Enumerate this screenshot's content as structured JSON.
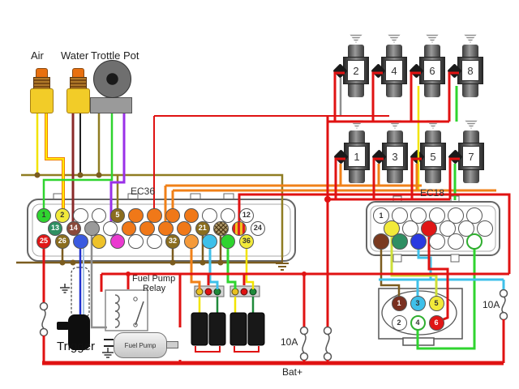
{
  "sensors": {
    "air": "Air",
    "water": "Water",
    "throttle": "Trottle Pot"
  },
  "connectors": {
    "ec36": {
      "label": "EC36",
      "rows": [
        [
          {
            "n": "1",
            "c": "#2fd42f"
          },
          {
            "n": "2",
            "c": "#f2ea3a"
          },
          {
            "c": "#ffffff"
          },
          {
            "c": "#ffffff"
          },
          {
            "n": "5",
            "c": "#8a6d1f"
          },
          {
            "c": "#f07818"
          },
          {
            "c": "#f07818"
          },
          {
            "c": "#f07818"
          },
          {
            "c": "#f07818"
          },
          {
            "c": "#ffffff"
          },
          {
            "c": "#ffffff"
          },
          {
            "n": "12",
            "c": "#ffffff"
          }
        ],
        [
          {
            "n": "13",
            "c": "#2f8f63"
          },
          {
            "n": "14",
            "c": "#8a4a3a"
          },
          {
            "c": "#9a9a9a"
          },
          {
            "c": "#ffffff"
          },
          {
            "c": "#f07818"
          },
          {
            "c": "#f07818"
          },
          {
            "c": "#f07818"
          },
          {
            "c": "#f07818"
          },
          {
            "n": "21",
            "c": "#8a6d1f"
          },
          {
            "c": "#b09a6a",
            "pattern": "hatch"
          },
          {
            "c": "#ffffff",
            "pattern": "stripes"
          },
          {
            "n": "24",
            "c": "#ffffff"
          }
        ],
        [
          {
            "n": "25",
            "c": "#e01616"
          },
          {
            "n": "26",
            "c": "#8a6d1f"
          },
          {
            "c": "#3a5ae0"
          },
          {
            "c": "#eec22a"
          },
          {
            "c": "#ea3ad0"
          },
          {
            "c": "#ffffff"
          },
          {
            "c": "#ffffff"
          },
          {
            "n": "32",
            "c": "#8a6d1f"
          },
          {
            "c": "#f59a3a"
          },
          {
            "c": "#3ec0ea"
          },
          {
            "c": "#2fd42f"
          },
          {
            "n": "36",
            "c": "#f2ea3a"
          }
        ]
      ]
    },
    "ec18": {
      "label": "EC18",
      "rows": [
        [
          {
            "n": "1",
            "c": "#ffffff"
          },
          {
            "c": "#ffffff"
          },
          {
            "c": "#ffffff"
          },
          {
            "c": "#ffffff"
          },
          {
            "c": "#ffffff"
          },
          {
            "c": "#ffffff"
          }
        ],
        [
          {
            "c": "#f2ea3a"
          },
          {
            "c": "#ffffff"
          },
          {
            "c": "#e01616"
          },
          {
            "c": "#ffffff"
          },
          {
            "c": "#ffffff"
          },
          {
            "c": "#ffffff"
          }
        ],
        [
          {
            "c": "#7a3a20"
          },
          {
            "c": "#2f8f63"
          },
          {
            "c": "#2a3ae0"
          },
          {
            "c": "#ffffff"
          },
          {
            "c": "#ffffff"
          },
          {
            "c": "#ffffff",
            "ring": "#2fae2f"
          }
        ]
      ]
    },
    "aux6": {
      "rows": [
        [
          {
            "n": "1",
            "c": "#7a3020"
          },
          {
            "n": "3",
            "c": "#3ec0ea"
          },
          {
            "n": "5",
            "c": "#f2ea3a"
          }
        ],
        [
          {
            "n": "2",
            "c": "#ffffff"
          },
          {
            "n": "4",
            "c": "#ffffff",
            "ring": "#2fae2f"
          },
          {
            "n": "6",
            "c": "#e01616"
          }
        ]
      ]
    }
  },
  "injectors": {
    "top": [
      "2",
      "4",
      "6",
      "8"
    ],
    "bottom": [
      "1",
      "3",
      "5",
      "7"
    ]
  },
  "relay": {
    "line1": "Fuel Pump",
    "line2": "Relay"
  },
  "fuel_pump": {
    "label": "Fuel Pump"
  },
  "trigger": {
    "label": "Trigger"
  },
  "fuses": {
    "mid": "10A",
    "right": "10A"
  },
  "battery": {
    "label": "Bat+"
  },
  "colors": {
    "red": "#e01212",
    "orange": "#f08018",
    "yellow": "#f2e400",
    "green": "#2fd42f",
    "dark_green": "#1f8a3a",
    "cyan": "#3ec0ea",
    "chartreuse": "#cddf3a",
    "purple": "#9a30e8",
    "brown": "#7b5c1f",
    "olive": "#8f7d22",
    "gray": "#8f8f8f",
    "blue": "#2030d0",
    "pale_blue": "#a8c4e0",
    "dark_red": "#8a2a2a",
    "black": "#222222",
    "outline_orange": "#f08000",
    "overlay_yellow": "#ffe800"
  }
}
